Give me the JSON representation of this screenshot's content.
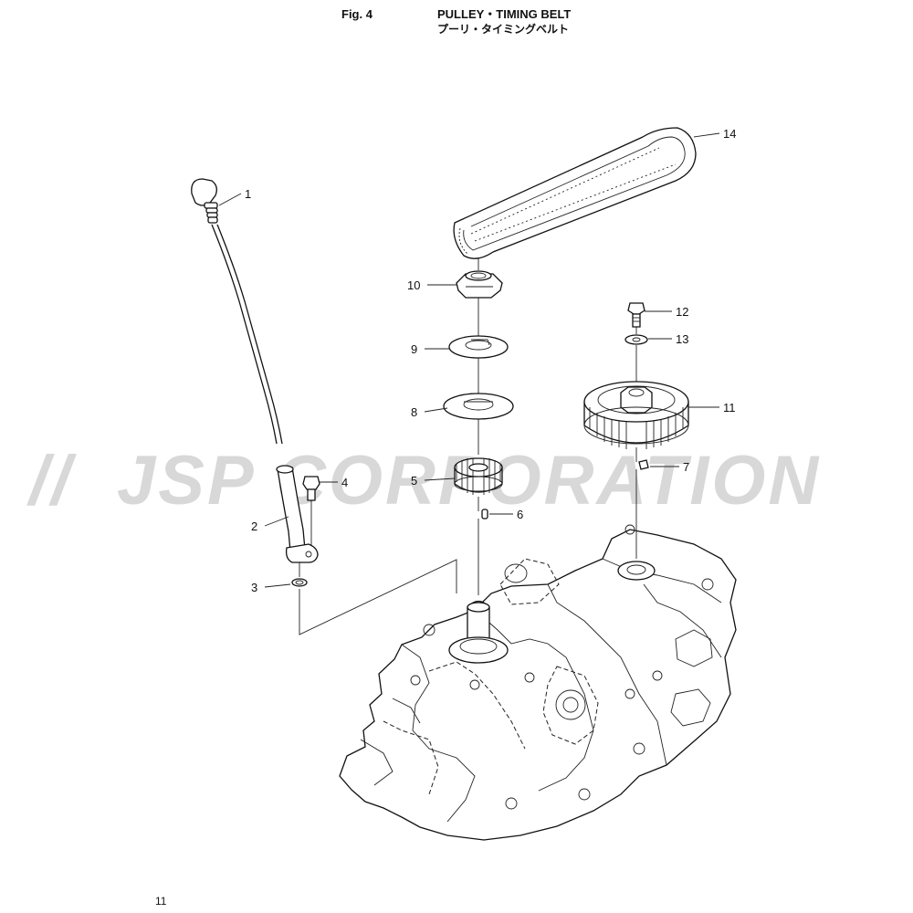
{
  "header": {
    "fig_label": "Fig. 4",
    "title_en": "PULLEY・TIMING BELT",
    "title_jp": "プーリ・タイミングベルト"
  },
  "watermark": {
    "text": "JSP CORPORATION",
    "color": "#d8d8d8"
  },
  "callouts": [
    "1",
    "2",
    "3",
    "4",
    "5",
    "6",
    "7",
    "8",
    "9",
    "10",
    "11",
    "12",
    "13",
    "14"
  ],
  "page_number": "11"
}
